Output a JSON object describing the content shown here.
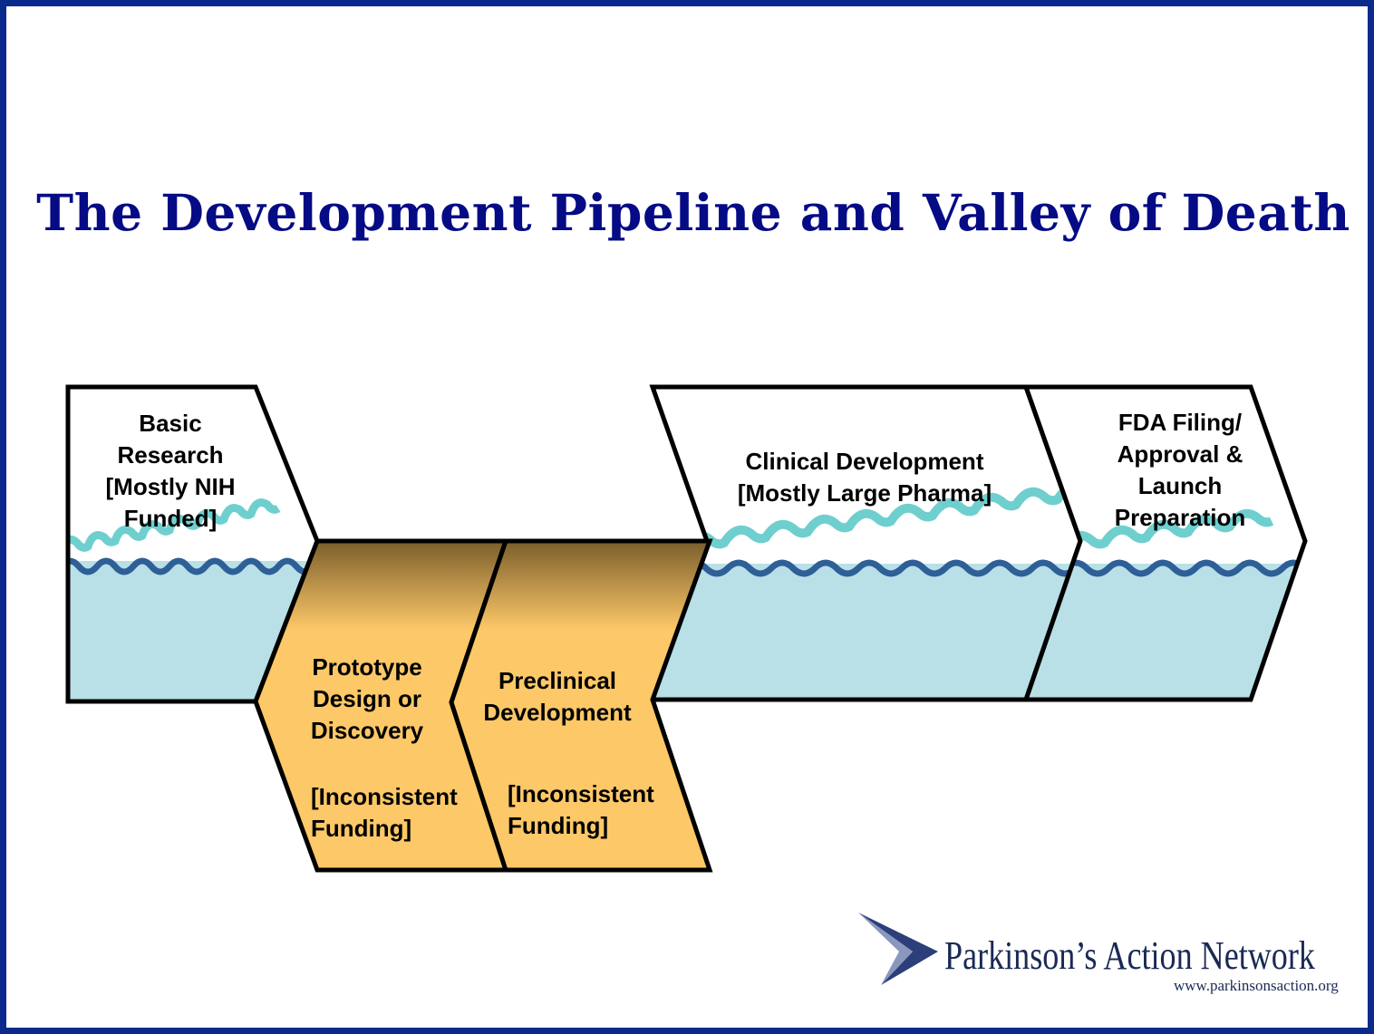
{
  "title": "The Development Pipeline and Valley of Death",
  "stages": [
    {
      "id": "basic-research",
      "lines": [
        "Basic",
        "Research",
        "[Mostly NIH",
        "Funded]"
      ],
      "fill": "#ffffff"
    },
    {
      "id": "prototype",
      "lines": [
        "Prototype",
        "Design or",
        "Discovery"
      ],
      "funding_lines": [
        "[Inconsistent",
        "Funding]"
      ],
      "fill": "#fdc867"
    },
    {
      "id": "preclinical",
      "lines": [
        "Preclinical",
        "Development"
      ],
      "funding_lines": [
        "[Inconsistent",
        "Funding]"
      ],
      "fill": "#fdc867"
    },
    {
      "id": "clinical",
      "lines": [
        "Clinical Development",
        "[Mostly Large Pharma]"
      ],
      "fill": "#ffffff"
    },
    {
      "id": "fda",
      "lines": [
        "FDA Filing/",
        "Approval &",
        "Launch",
        "Preparation"
      ],
      "fill": "#ffffff"
    }
  ],
  "colors": {
    "border": "#0a2a8c",
    "title": "#050a85",
    "water": "#b8e0e6",
    "wave_light": "#6fcfcf",
    "wave_dark": "#2e5f97",
    "valley_top": "#7a5e2c",
    "valley_bottom": "#fdc867"
  },
  "logo": {
    "name": "Parkinson’s Action Network",
    "url": "www.parkinsonsaction.org"
  }
}
